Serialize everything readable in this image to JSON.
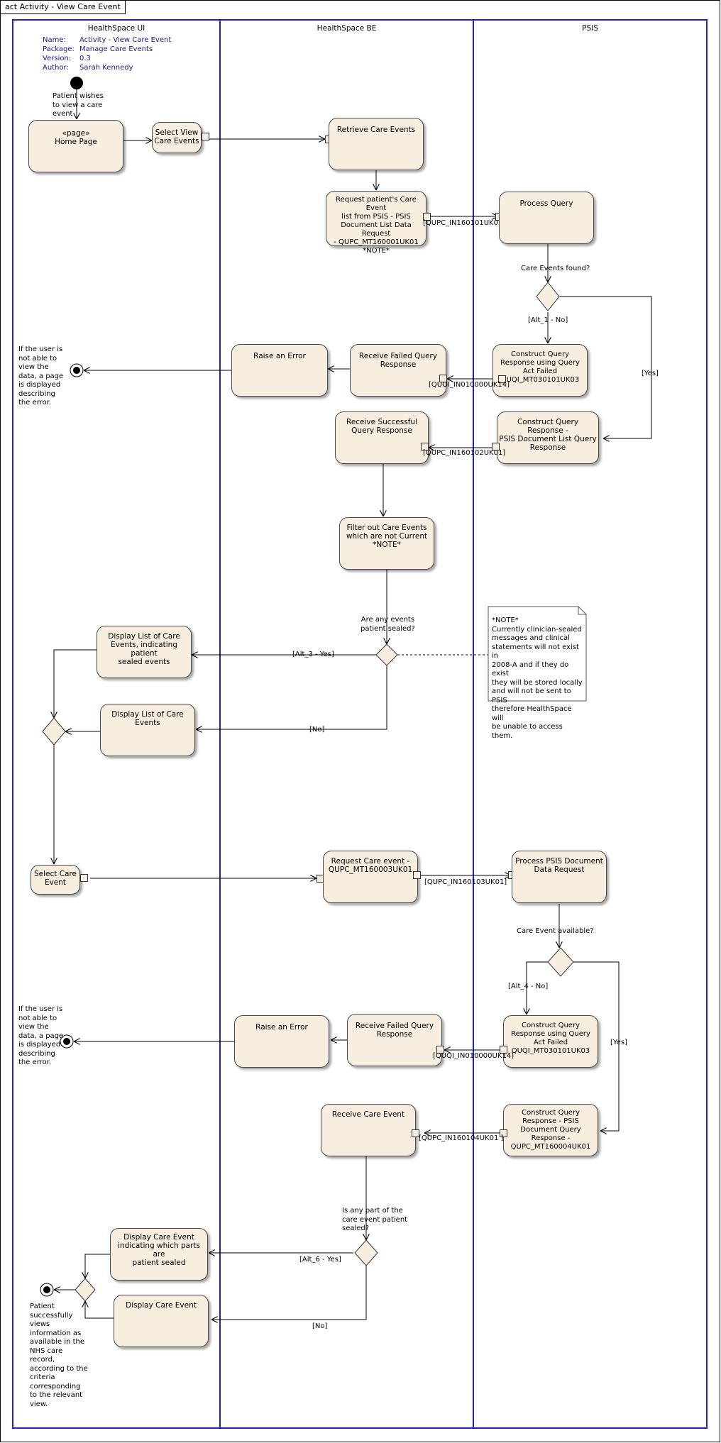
{
  "frame_title": "act Activity - View Care Event",
  "lanes": [
    "HealthSpace UI",
    "HealthSpace BE",
    "PSIS"
  ],
  "meta": {
    "labels": [
      "Name:",
      "Package:",
      "Version:",
      "Author:"
    ],
    "values": [
      "Activity - View Care Event",
      "Manage Care Events",
      "0.3",
      "Sarah Kennedy"
    ]
  },
  "start_label": "Patient wishes\nto view a care\nevent",
  "nodes": {
    "home_page": "«page»\nHome Page",
    "select_view": "Select View\nCare Events",
    "retrieve": "Retrieve Care Events",
    "request_list": "Request patient's Care Event\nlist from PSIS - PSIS\nDocument List Data Request\n- QUPC_MT160001UK01\n*NOTE*",
    "process_query": "Process Query",
    "construct_failed_1": "Construct Query\nResponse using Query\nAct Failed\nQUQI_MT030101UK03",
    "receive_failed_1": "Receive Failed Query\nResponse",
    "raise_error_1": "Raise an Error",
    "construct_list": "Construct Query Response -\nPSIS Document List Query\nResponse",
    "receive_success": "Receive Successful\nQuery Response",
    "filter": "Filter out Care Events\nwhich are not Current\n*NOTE*",
    "display_sealed": "Display List of Care\nEvents, indicating patient\nsealed events",
    "display_list": "Display List of Care\nEvents",
    "select_event": "Select Care\nEvent",
    "request_event": "Request Care event  -\nQUPC_MT160003UK01",
    "process_doc": "Process PSIS Document\nData Request",
    "construct_failed_2": "Construct Query\nResponse using Query\nAct Failed\nQUQI_MT030101UK03",
    "receive_failed_2": "Receive Failed Query\nResponse",
    "raise_error_2": "Raise an Error",
    "construct_doc": "Construct Query\nResponse - PSIS\nDocument Query\nResponse -\nQUPC_MT160004UK01",
    "receive_event": "Receive Care Event",
    "display_event_sealed": "Display Care Event\nindicating which parts are\npatient sealed",
    "display_event": "Display Care Event"
  },
  "labels": {
    "qupc_in160101": "[QUPC_IN160101UK01]",
    "care_events_found": "Care Events found?",
    "alt1_no": "[Alt_1 - No]",
    "yes1": "[Yes]",
    "quqi_1": "[QUQI_IN010000UK14]",
    "qupc_in160102": "[QUPC_IN160102UK01]",
    "error_text_1": "If the user is\nnot able to\nview the\ndata, a page\nis displayed\ndescribing\nthe error.",
    "any_sealed": "Are any events\npatient sealed?",
    "alt3_yes": "[Alt_3 - Yes]",
    "no_1": "[No]",
    "note": "*NOTE*\nCurrently clinician-sealed\nmessages and clinical\nstatements will not exist in\n2008-A and if they do exist\nthey will be stored locally\nand will not be sent to PSIS\ntherefore HealthSpace will\nbe unable to access them.",
    "qupc_in160103": "[QUPC_IN160103UK01]",
    "care_event_available": "Care Event available?",
    "alt4_no": "[Alt_4 - No]",
    "yes2": "[Yes]",
    "quqi_2": "[QUQI_IN010000UK14]",
    "error_text_2": "If the user is\nnot able to\nview the\ndata, a page\nis displayed\ndescribing\nthe error.",
    "qupc_in160104": "[QUPC_IN160104UK01 ]",
    "any_part_sealed": "Is any part of the\ncare event patient\nsealed?",
    "alt6_yes": "[Alt_6 - Yes]",
    "no_2": "[No]",
    "final_text": "Patient\nsuccessfully\nviews\ninformation as\navailable in the\nNHS care\nrecord,\naccording to the\ncriteria\ncorresponding\nto the relevant\nview."
  }
}
